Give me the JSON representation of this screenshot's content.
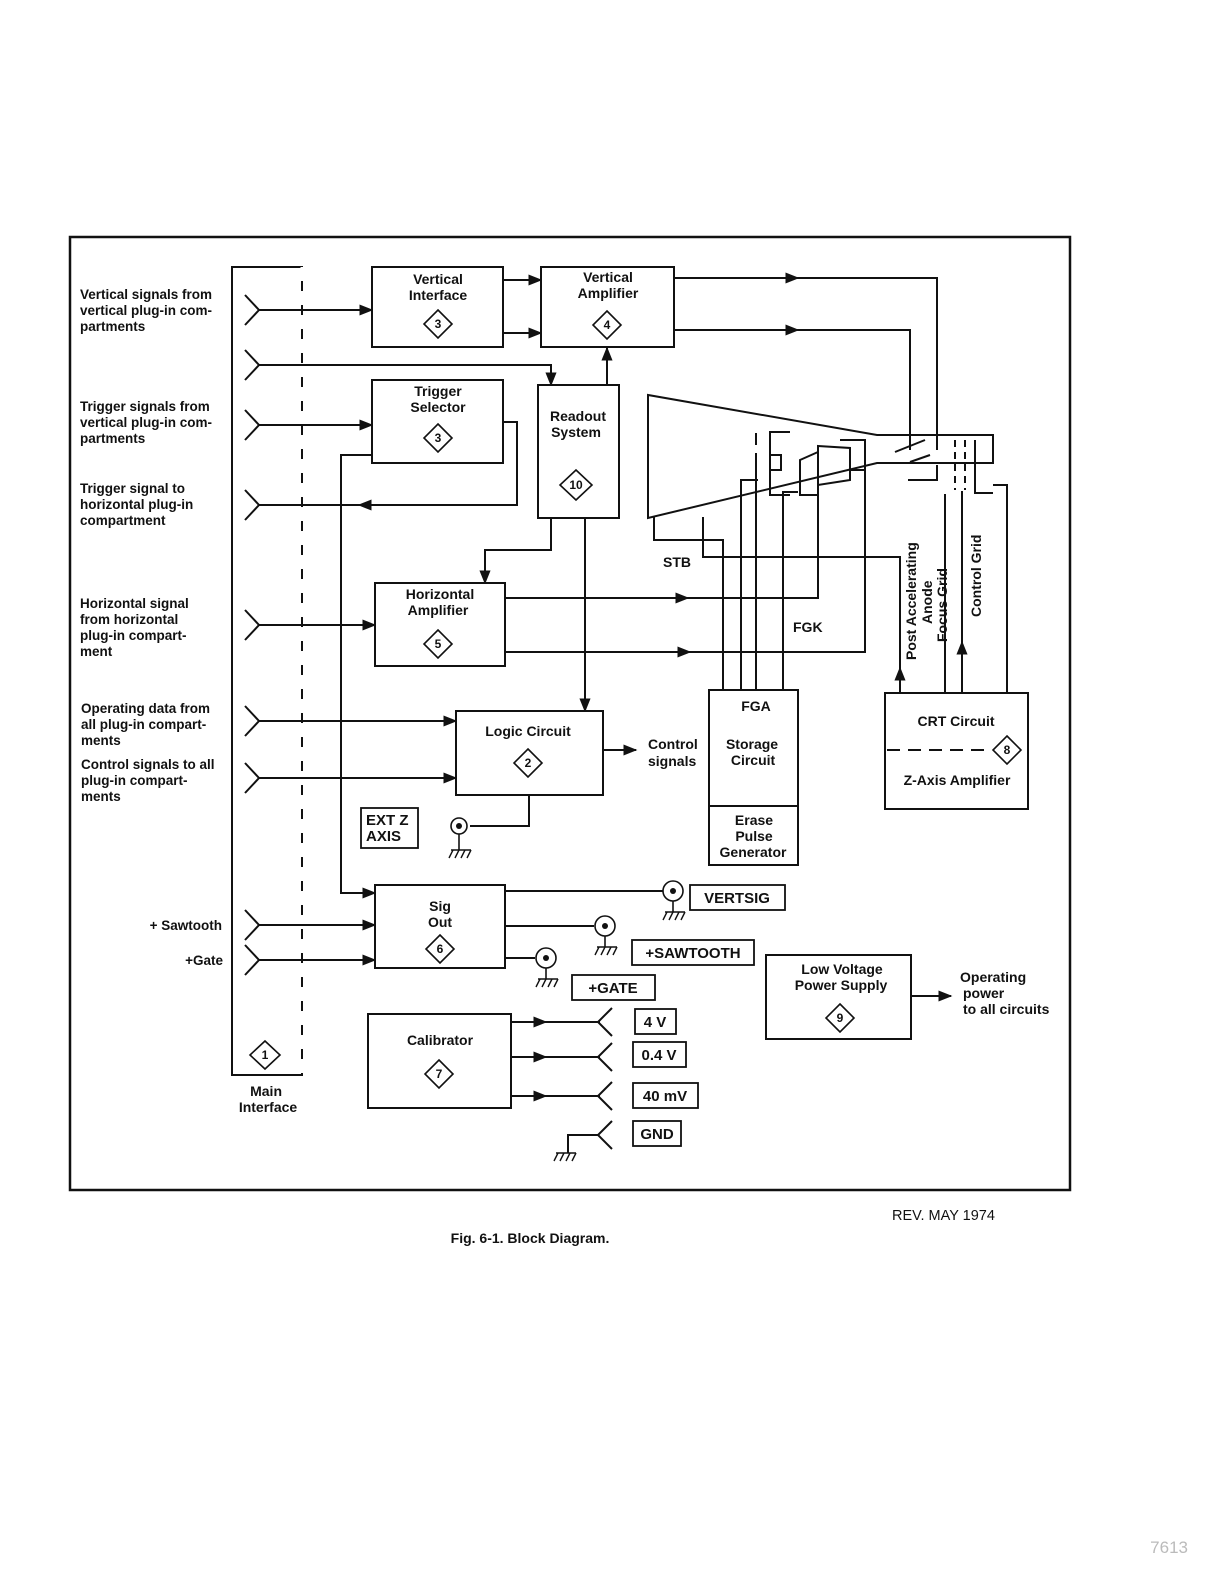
{
  "blocks": {
    "vertical_interface": {
      "label": [
        "Vertical",
        "Interface"
      ],
      "number": "3"
    },
    "vertical_amplifier": {
      "label": [
        "Vertical",
        "Amplifier"
      ],
      "number": "4"
    },
    "trigger_selector": {
      "label": [
        "Trigger",
        "Selector"
      ],
      "number": "3"
    },
    "readout_system": {
      "label": [
        "Readout",
        "System"
      ],
      "number": "10"
    },
    "horizontal_amplifier": {
      "label": [
        "Horizontal",
        "Amplifier"
      ],
      "number": "5"
    },
    "logic_circuit": {
      "label": [
        "Logic Circuit"
      ],
      "number": "2"
    },
    "storage_circuit": {
      "top": "FGA",
      "label": [
        "Storage",
        "Circuit"
      ],
      "bottom": [
        "Erase",
        "Pulse",
        "Generator"
      ]
    },
    "crt_circuit": {
      "label": "CRT Circuit",
      "number": "8",
      "bottom": "Z-Axis Amplifier"
    },
    "sig_out": {
      "label": [
        "Sig",
        "Out"
      ],
      "number": "6"
    },
    "low_voltage": {
      "label": [
        "Low Voltage",
        "Power Supply"
      ],
      "number": "9"
    },
    "calibrator": {
      "label": [
        "Calibrator"
      ],
      "number": "7"
    },
    "main_interface": {
      "label": [
        "Main",
        "Interface"
      ],
      "number": "1"
    }
  },
  "side_labels": {
    "vertical_signals": [
      "Vertical signals from",
      "vertical plug-in com-",
      "partments"
    ],
    "trigger_signals": [
      "Trigger signals from",
      "vertical plug-in com-",
      "partments"
    ],
    "trigger_signal_to": [
      "Trigger  signal  to",
      "horizontal  plug-in",
      "compartment"
    ],
    "horizontal_signal": [
      "Horizontal   signal",
      "from   horizontal",
      "plug-in   compart-",
      "ment"
    ],
    "operating_data": [
      "Operating data from",
      "all  plug-in  compart-",
      "ments"
    ],
    "control_signals_all": [
      "Control signals to all",
      "plug-in   compart-",
      "ments"
    ],
    "sawtooth": "+ Sawtooth",
    "gate": "+Gate"
  },
  "signal_labels": {
    "stb": "STB",
    "fgk": "FGK",
    "post_accel": "Post Accelerating",
    "anode": "Anode",
    "focus_grid": "Focus Grid",
    "control_grid": "Control Grid",
    "control_signals_out": [
      "Control",
      "signals"
    ],
    "operating_power": [
      "Operating",
      "power",
      "to all circuits"
    ]
  },
  "connectors": {
    "ext_z_axis": [
      "EXT Z",
      "AXIS"
    ],
    "vertsig": "VERTSIG",
    "sawtooth_out": "+SAWTOOTH",
    "gate_out": "+GATE",
    "cal_4v": "4 V",
    "cal_04v": "0.4 V",
    "cal_40mv": "40 mV",
    "gnd": "GND"
  },
  "caption": "Fig. 6-1.  Block Diagram.",
  "revision": "REV. MAY 1974",
  "page_number": "7613"
}
